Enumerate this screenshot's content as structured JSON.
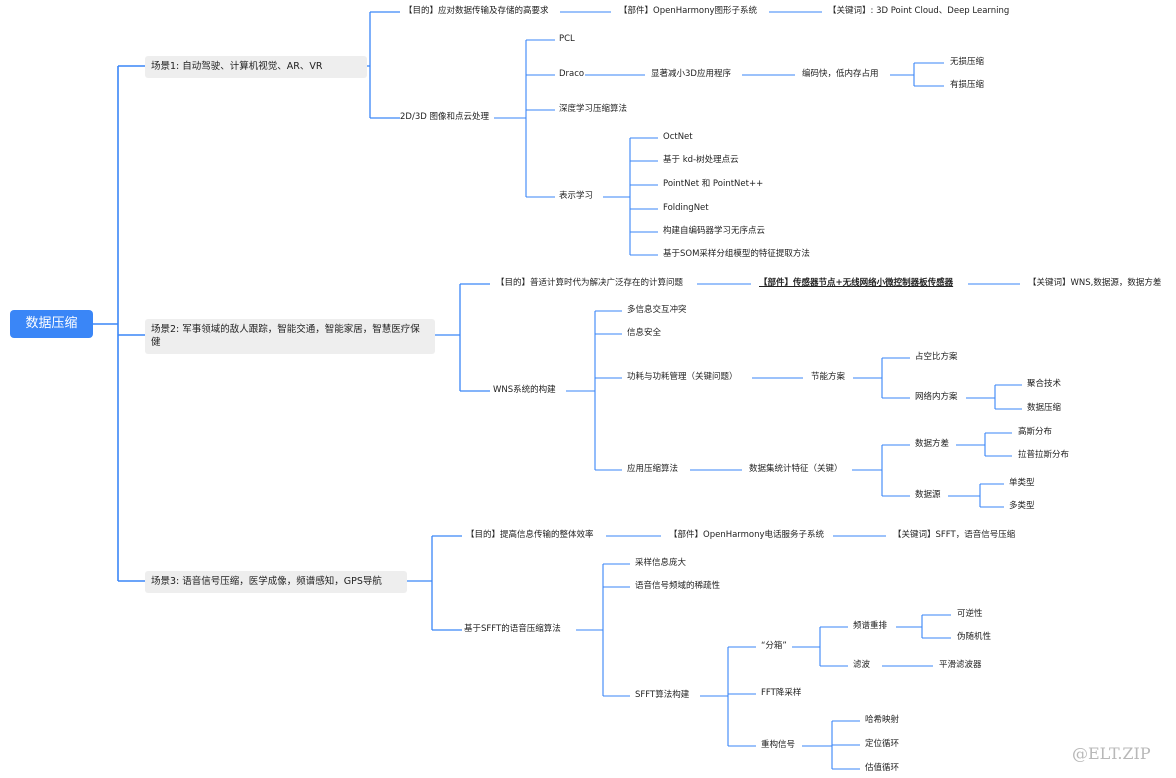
{
  "root": "数据压缩",
  "scenario1": {
    "title": "场景1: 自动驾驶、计算机视觉、AR、VR",
    "goal": "【目的】应对数据传输及存储的高要求",
    "component": "【部件】OpenHarmony图形子系统",
    "keyword": "【关键词】: 3D Point Cloud、Deep Learning",
    "processing": "2D/3D 图像和点云处理",
    "pcl": "PCL",
    "draco": "Draco",
    "draco_desc": "显著减小3D应用程序",
    "draco_feature": "编码快，低内存占用",
    "lossless": "无损压缩",
    "lossy": "有损压缩",
    "deep_learning": "深度学习压缩算法",
    "representation": "表示学习",
    "repr_items": [
      "OctNet",
      "基于 kd-树处理点云",
      "PointNet 和 PointNet++",
      "FoldingNet",
      "构建自编码器学习无序点云",
      "基于SOM采样分组模型的特征提取方法"
    ]
  },
  "scenario2": {
    "title": "场景2: 军事领域的敌人跟踪，智能交通，智能家居，智慧医疗保健",
    "goal": "【目的】普适计算时代为解决广泛存在的计算问题",
    "component": "【部件】传感器节点+无线网络小微控制器板传感器",
    "keyword": "【关键词】WNS,数据源，数据方差",
    "wns": "WNS系统的构建",
    "conflict": "多信息交互冲突",
    "security": "信息安全",
    "power": "功耗与功耗管理（关键问题）",
    "energy": "节能方案",
    "duty": "占空比方案",
    "innet": "网络内方案",
    "aggregation": "聚合技术",
    "datacomp": "数据压缩",
    "algo": "应用压缩算法",
    "stat": "数据集统计特征（关键）",
    "variance": "数据方差",
    "gauss": "高斯分布",
    "laplace": "拉普拉斯分布",
    "source": "数据源",
    "single": "单类型",
    "multi": "多类型"
  },
  "scenario3": {
    "title": "场景3: 语音信号压缩，医学成像，频谱感知，GPS导航",
    "goal": "【目的】提高信息传输的整体效率",
    "component": "【部件】OpenHarmony电话服务子系统",
    "keyword": "【关键词】SFFT，语音信号压缩",
    "sfft_algo": "基于SFFT的语音压缩算法",
    "sampling": "采样信息庞大",
    "sparsity": "语音信号频域的稀疏性",
    "build": "SFFT算法构建",
    "bucket": "“分箱”",
    "reorder": "频谱重排",
    "reversible": "可逆性",
    "pseudo": "伪随机性",
    "filter": "滤波",
    "smooth": "平滑滤波器",
    "fft": "FFT降采样",
    "reconstruct": "重构信号",
    "hash": "哈希映射",
    "locate": "定位循环",
    "estimate": "估值循环"
  },
  "watermark": "@ELT.ZIP",
  "colors": {
    "accent": "#3a86f7",
    "line": "#3a86f7",
    "box": "#eeeeee"
  }
}
